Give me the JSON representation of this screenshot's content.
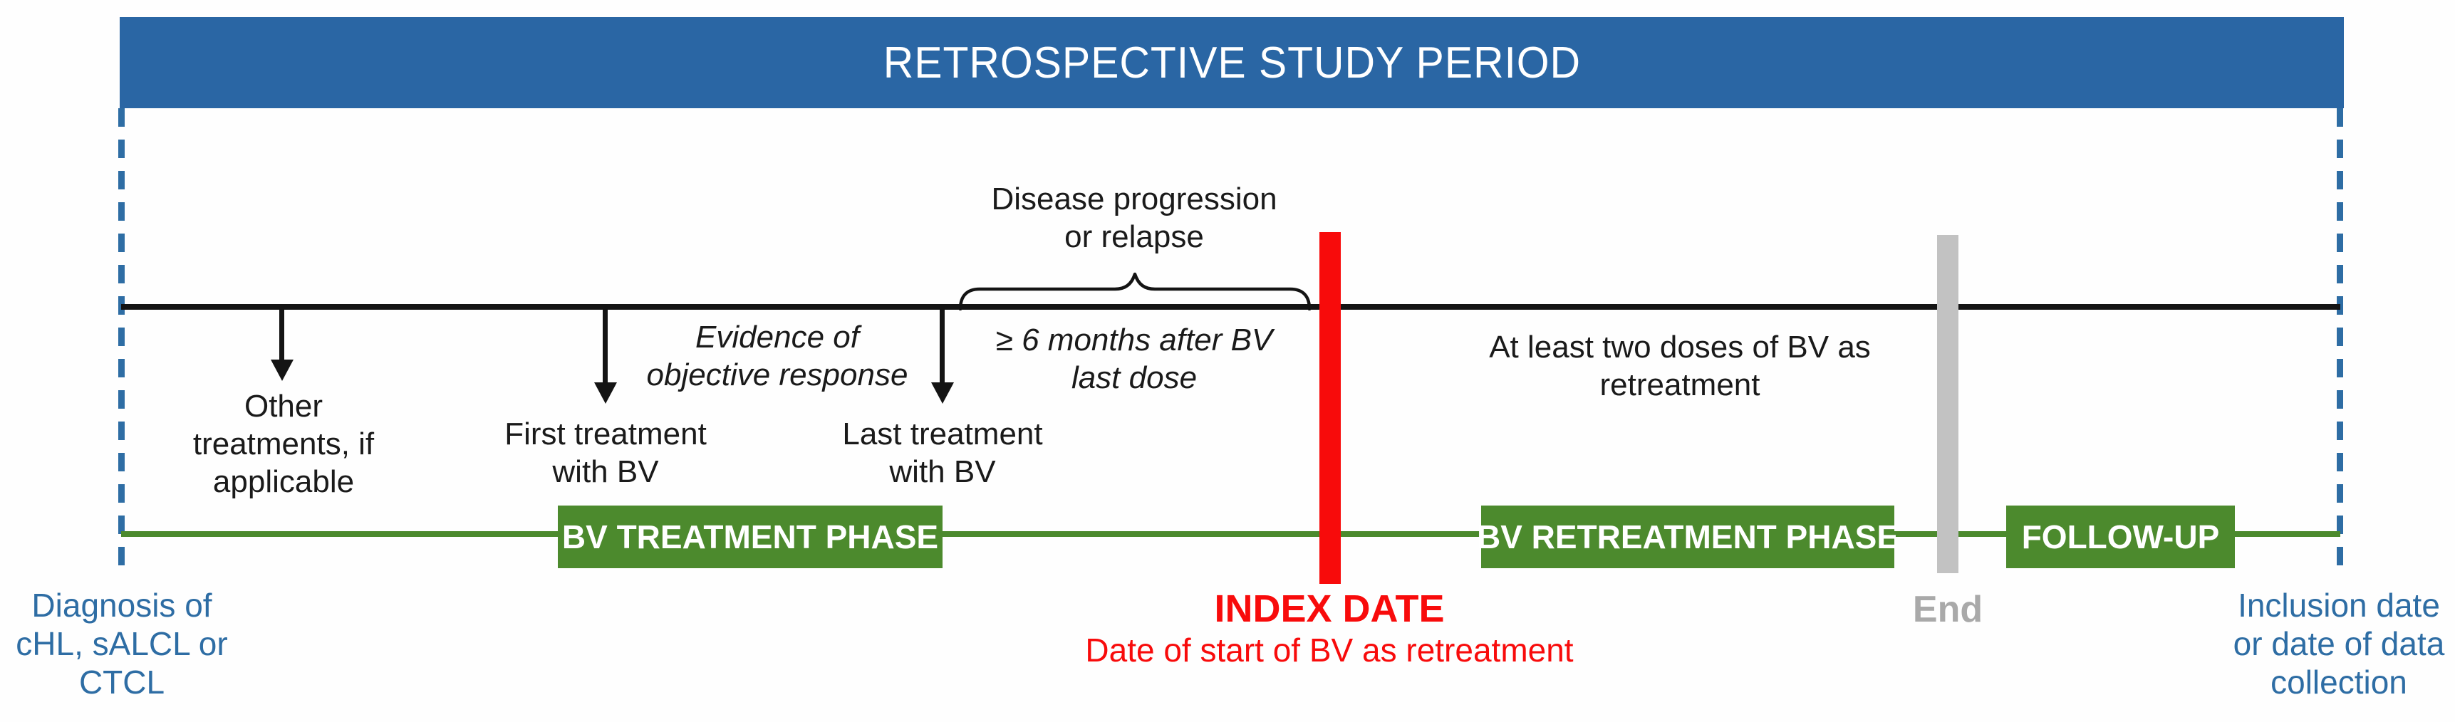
{
  "header": {
    "title": "RETROSPECTIVE STUDY PERIOD"
  },
  "colors": {
    "header_blue": "#2A66A4",
    "note_blue": "#2E6DA4",
    "green": "#4C8A2D",
    "red": "#F80B0B",
    "gray_bar": "#C2C2C2",
    "gray_text": "#A9A9A9",
    "line_black": "#141414"
  },
  "boundaries": {
    "left_note": "Diagnosis of\ncHL, sALCL or\nCTCL",
    "right_note": "Inclusion date\nor date of data\ncollection"
  },
  "events": {
    "other_treatments": "Other\ntreatments, if\napplicable",
    "first_treatment": "First treatment\nwith BV",
    "last_treatment": "Last treatment\nwith BV",
    "evidence": "Evidence of\nobjective response",
    "disease_progression": "Disease progression\nor relapse",
    "six_months": "≥ 6 months after BV\nlast dose",
    "at_least_two_doses": "At least two doses of BV as\nretreatment"
  },
  "index_date": {
    "label": "INDEX DATE",
    "sublabel": "Date of start of BV as retreatment"
  },
  "end_marker": {
    "label": "End"
  },
  "phases": {
    "treatment": "BV TREATMENT PHASE",
    "retreatment": "BV RETREATMENT PHASE",
    "follow_up": "FOLLOW-UP"
  }
}
